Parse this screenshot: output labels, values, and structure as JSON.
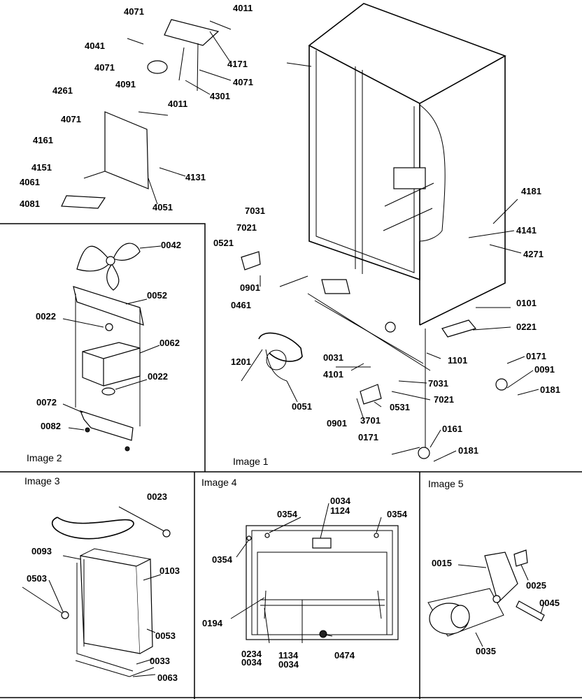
{
  "panels": {
    "image1": "Image 1",
    "image2": "Image 2",
    "image3": "Image 3",
    "image4": "Image 4",
    "image5": "Image 5"
  },
  "image1_labels": {
    "l4071a": "4071",
    "l4011a": "4011",
    "l4041": "4041",
    "l4171": "4171",
    "l4071b": "4071",
    "l4091": "4091",
    "l4071c": "4071",
    "l4301": "4301",
    "l4261": "4261",
    "l4011b": "4011",
    "l4071d": "4071",
    "l4161": "4161",
    "l4151": "4151",
    "l4131": "4131",
    "l4061": "4061",
    "l4081": "4081",
    "l4051": "4051",
    "l7031a": "7031",
    "l7021a": "7021",
    "l0521": "0521",
    "l0901a": "0901",
    "l0461": "0461",
    "l4181": "4181",
    "l4141": "4141",
    "l4271": "4271",
    "l0101": "0101",
    "l0221": "0221",
    "l0031": "0031",
    "l1101": "1101",
    "l1201": "1201",
    "l4101": "4101",
    "l7031b": "7031",
    "l7021b": "7021",
    "l0171a": "0171",
    "l0091": "0091",
    "l0181a": "0181",
    "l0051": "0051",
    "l0531": "0531",
    "l0901b": "0901",
    "l3701": "3701",
    "l0161": "0161",
    "l0171b": "0171",
    "l0181b": "0181"
  },
  "image2_labels": {
    "l0042": "0042",
    "l0052": "0052",
    "l0022a": "0022",
    "l0062": "0062",
    "l0022b": "0022",
    "l0072": "0072",
    "l0082": "0082"
  },
  "image3_labels": {
    "l0023": "0023",
    "l0093": "0093",
    "l0103": "0103",
    "l0503": "0503",
    "l0053": "0053",
    "l0033": "0033",
    "l0063": "0063"
  },
  "image4_labels": {
    "l0034a": "0034",
    "l1124": "1124",
    "l0354a": "0354",
    "l0354b": "0354",
    "l0354c": "0354",
    "l0194": "0194",
    "l0234": "0234",
    "l0034b": "0034",
    "l1134": "1134",
    "l0034c": "0034",
    "l0474": "0474"
  },
  "image5_labels": {
    "l0015": "0015",
    "l0025": "0025",
    "l0045": "0045",
    "l0035": "0035"
  }
}
